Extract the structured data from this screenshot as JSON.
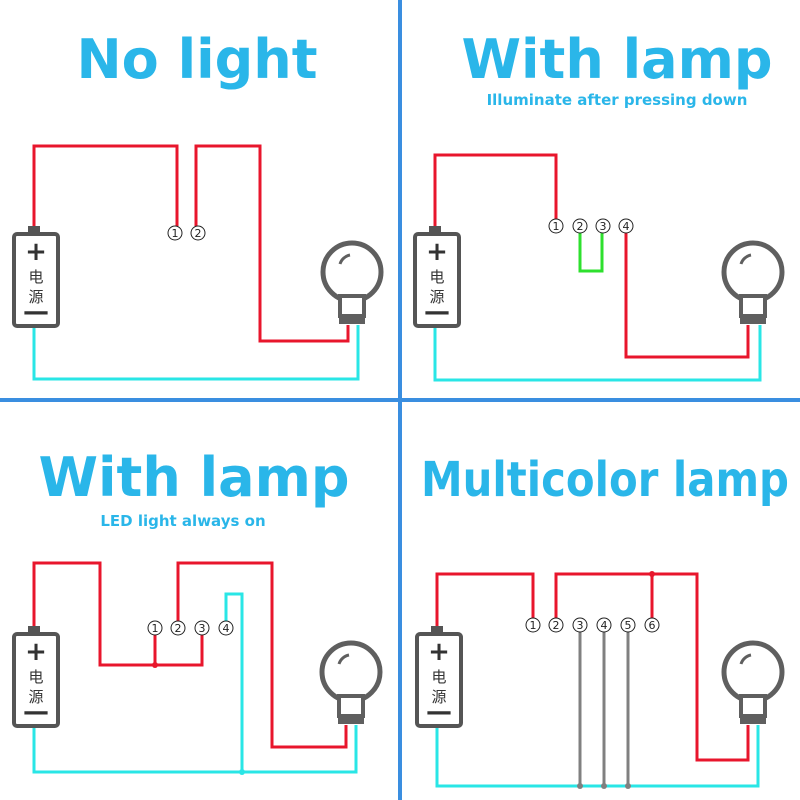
{
  "colors": {
    "divider": "#3a8ee0",
    "title": "#2ab6e9",
    "red_wire": "#e8162c",
    "cyan_wire": "#29e6e6",
    "green_wire": "#2ee02e",
    "gray_wire": "#808080",
    "battery": "#555555",
    "bulb": "#5f5f5f"
  },
  "panels": [
    {
      "title": "No light",
      "subtitle": "",
      "pins": [
        "1",
        "2"
      ]
    },
    {
      "title": "With lamp",
      "subtitle": "Illuminate after pressing down",
      "pins": [
        "1",
        "2",
        "3",
        "4"
      ]
    },
    {
      "title": "With lamp",
      "subtitle": "LED light always on",
      "pins": [
        "1",
        "2",
        "3",
        "4"
      ]
    },
    {
      "title": "Multicolor lamp",
      "subtitle": "",
      "pins": [
        "1",
        "2",
        "3",
        "4",
        "5",
        "6"
      ]
    }
  ],
  "battery": {
    "plus": "+",
    "char1": "电",
    "char2": "源",
    "minus": "—"
  },
  "icons": {
    "battery": "battery-icon",
    "bulb": "light-bulb-icon"
  }
}
